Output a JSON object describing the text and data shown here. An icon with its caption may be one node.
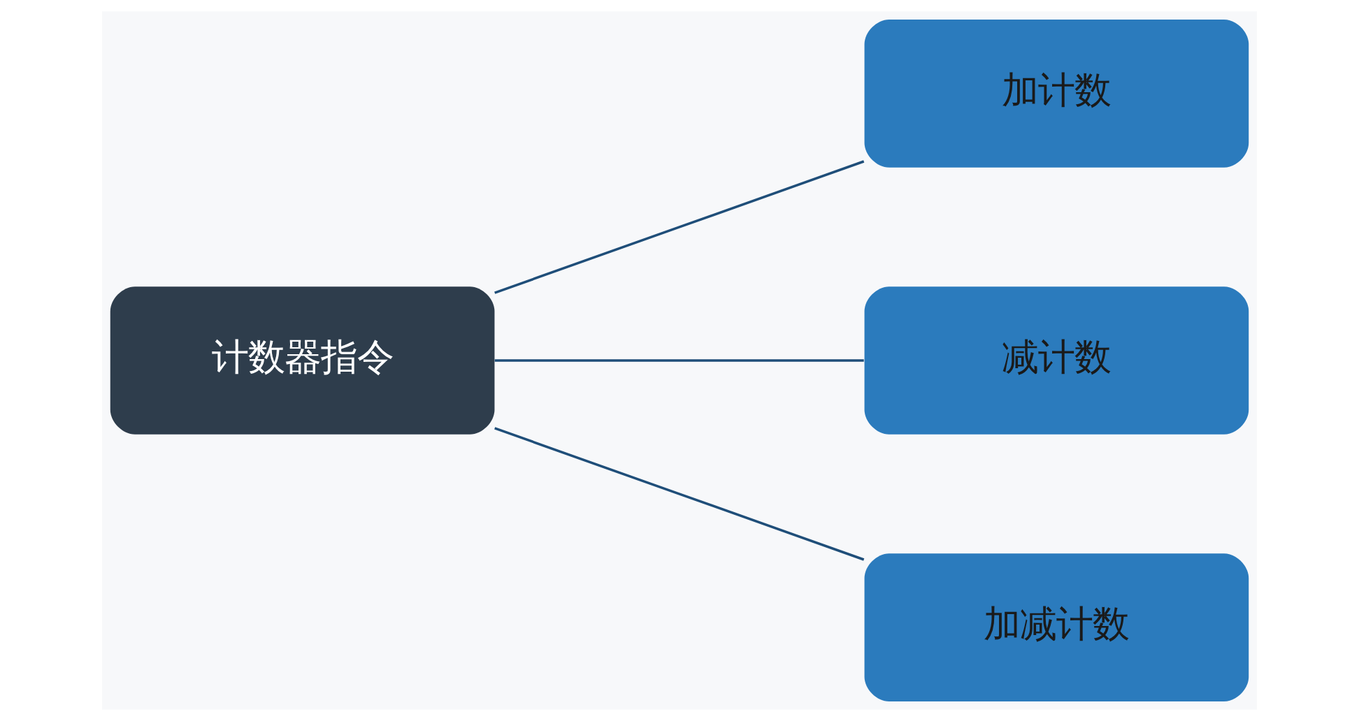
{
  "diagram": {
    "nodes": [
      {
        "text": [
          "计数器指令"
        ]
      },
      {
        "text": [
          "加计数"
        ]
      },
      {
        "text": [
          "减计数"
        ]
      },
      {
        "text": [
          "加减计数"
        ]
      }
    ],
    "edges": [
      {
        "from": 0,
        "to": 1,
        "arrow": "none"
      },
      {
        "from": 0,
        "to": 2,
        "arrow": "none"
      },
      {
        "from": 0,
        "to": 3,
        "arrow": "none"
      }
    ]
  }
}
